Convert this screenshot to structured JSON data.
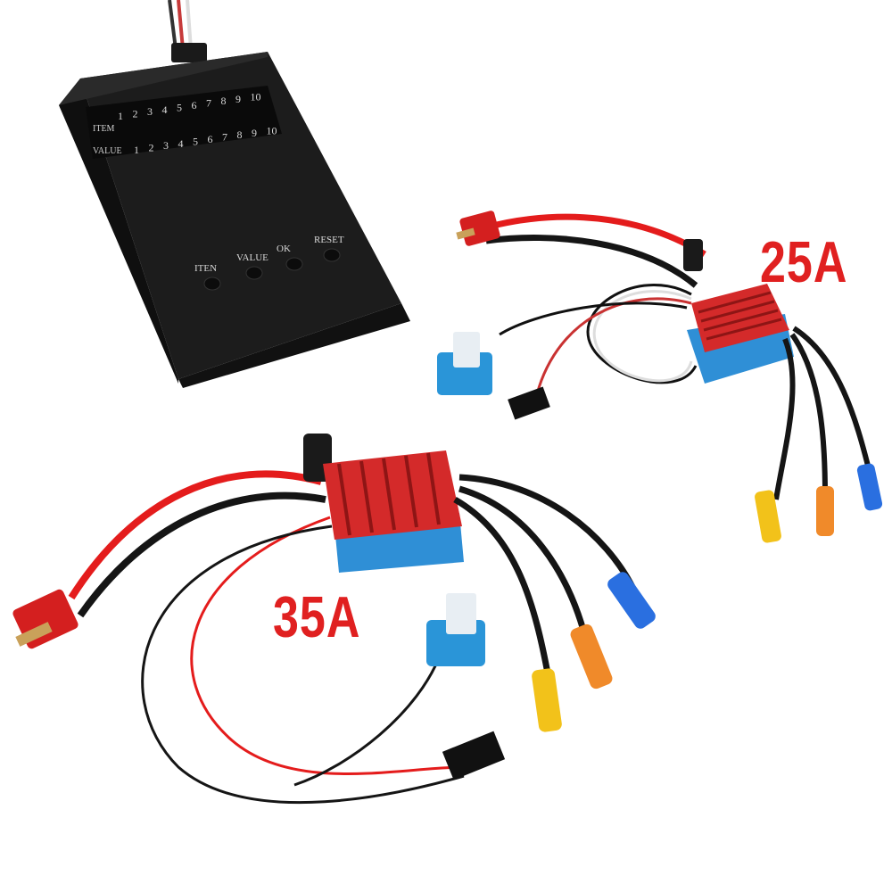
{
  "programming_card": {
    "item_row_label": "ITEM",
    "value_row_label": "VALUE",
    "item_numbers": [
      "1",
      "2",
      "3",
      "4",
      "5",
      "6",
      "7",
      "8",
      "9",
      "10"
    ],
    "value_numbers": [
      "1",
      "2",
      "3",
      "4",
      "5",
      "6",
      "7",
      "8",
      "9",
      "10"
    ],
    "buttons": [
      {
        "key": "item",
        "label": "ITEN"
      },
      {
        "key": "value",
        "label": "VALUE"
      },
      {
        "key": "ok",
        "label": "OK"
      },
      {
        "key": "reset",
        "label": "RESET"
      }
    ]
  },
  "esc_small": {
    "rating_label": "25A"
  },
  "esc_large": {
    "rating_label": "35A"
  },
  "colors": {
    "label_red": "#e02020",
    "heatsink_red": "#d42a2a",
    "housing_blue": "#2f8fd6",
    "wire_black": "#151515",
    "wire_red": "#e41c1c",
    "bullet_yellow": "#f2c21a",
    "bullet_orange": "#f08a2a",
    "bullet_blue": "#2a6fe0"
  }
}
